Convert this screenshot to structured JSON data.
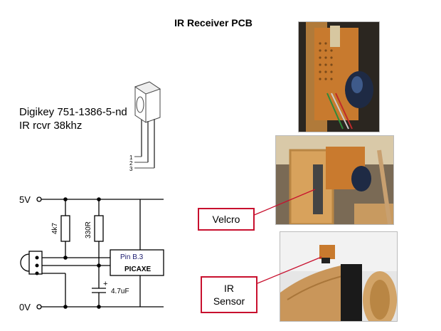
{
  "title": "IR Receiver PCB",
  "part": {
    "line1": "Digikey 751-1386-5-nd",
    "line2": "IR rcvr 38khz"
  },
  "schematic": {
    "pin_numbers": [
      "1",
      "2",
      "3"
    ],
    "rail_5v": "5V",
    "rail_0v": "0V",
    "r1": "4k7",
    "r2": "330R",
    "ic_pin": "Pin B.3",
    "ic_name": "PICAXE",
    "cap_plus": "+",
    "cap": "4.7uF"
  },
  "callouts": {
    "velcro": "Velcro",
    "ir_sensor_line1": "IR",
    "ir_sensor_line2": "Sensor"
  },
  "colors": {
    "callout_border": "#c8102e",
    "wire": "#000000"
  }
}
